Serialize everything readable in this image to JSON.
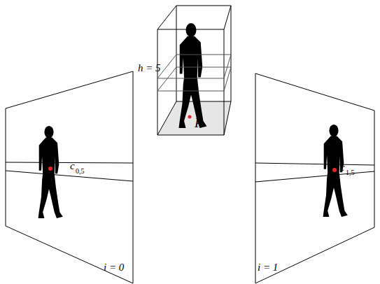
{
  "diagram": {
    "labels": [
      "h = 5",
      "P",
      "c",
      "0,5",
      "c",
      "1,5",
      "i = 0",
      "i = 1"
    ]
  }
}
